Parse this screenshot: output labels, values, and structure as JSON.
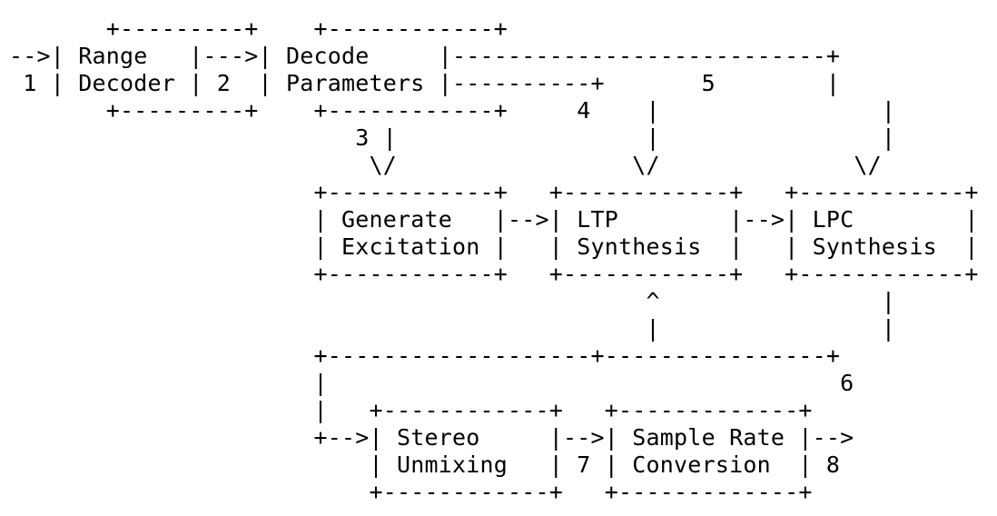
{
  "diagram": {
    "lines": [
      "       +---------+    +------------+",
      "-->| Range   |--->| Decode     |---------------------------+",
      " 1 | Decoder | 2  | Parameters |----------+       5        |",
      "       +---------+    +------------+     4    |                |",
      "                         3 |                  |                |",
      "                          \\/                 \\/              \\/",
      "                      +------------+   +------------+   +------------+",
      "                      | Generate   |-->| LTP        |-->| LPC        |",
      "                      | Excitation |   | Synthesis  |   | Synthesis  |",
      "                      +------------+   +------------+   +------------+",
      "                                              ^                |",
      "                                              |                |",
      "                      +-------------------+----------------+",
      "                      |                                     6",
      "                      |   +------------+   +-------------+",
      "                      +-->| Stereo     |-->| Sample Rate |-->",
      "                          | Unmixing   | 7 | Conversion  | 8",
      "                          +------------+   +-------------+"
    ]
  }
}
